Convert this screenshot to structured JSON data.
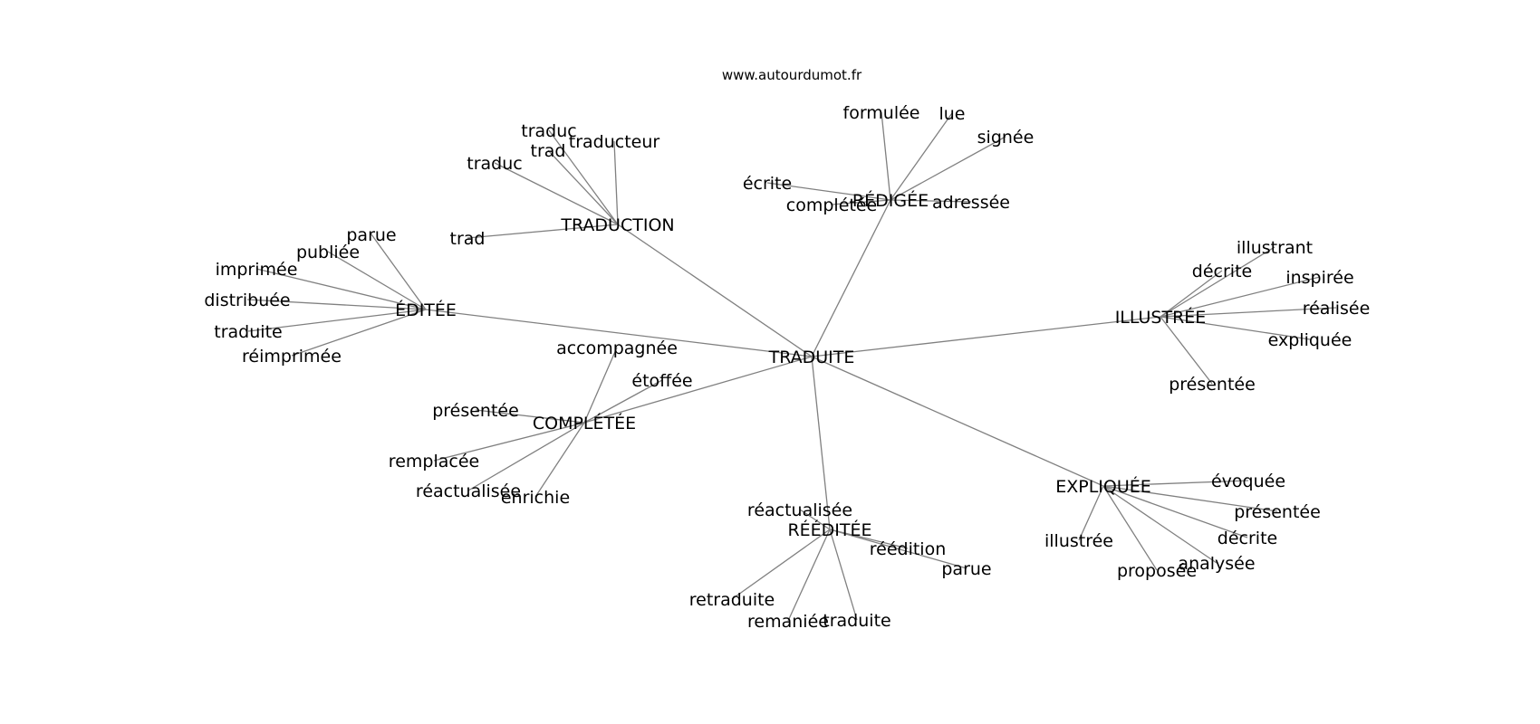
{
  "source": "www.autourdumot.fr",
  "colors": {
    "edge": "#808080",
    "text": "#000000",
    "background": "#ffffff"
  },
  "graph": {
    "center": "TRADUITE",
    "hubs": [
      {
        "label": "TRADUCTION",
        "words": [
          "traduc",
          "trad",
          "traducteur",
          "traduc",
          "trad"
        ]
      },
      {
        "label": "RÉDIGÉE",
        "words": [
          "formulée",
          "lue",
          "signée",
          "écrite",
          "complétée",
          "adressée"
        ]
      },
      {
        "label": "ILLUSTRÉE",
        "words": [
          "illustrant",
          "décrite",
          "inspirée",
          "réalisée",
          "expliquée",
          "présentée"
        ]
      },
      {
        "label": "ÉDITÉE",
        "words": [
          "parue",
          "publiée",
          "imprimée",
          "distribuée",
          "traduite",
          "réimprimée"
        ]
      },
      {
        "label": "COMPLÉTÉE",
        "words": [
          "accompagnée",
          "étoffée",
          "présentée",
          "remplacée",
          "réactualisée",
          "enrichie"
        ]
      },
      {
        "label": "EXPLIQUÉE",
        "words": [
          "évoquée",
          "présentée",
          "décrite",
          "analysée",
          "proposée",
          "illustrée"
        ]
      },
      {
        "label": "RÉÉDITÉE",
        "words": [
          "réactualisée",
          "réédition",
          "parue",
          "retraduite",
          "remaniée",
          "traduite"
        ]
      }
    ]
  }
}
